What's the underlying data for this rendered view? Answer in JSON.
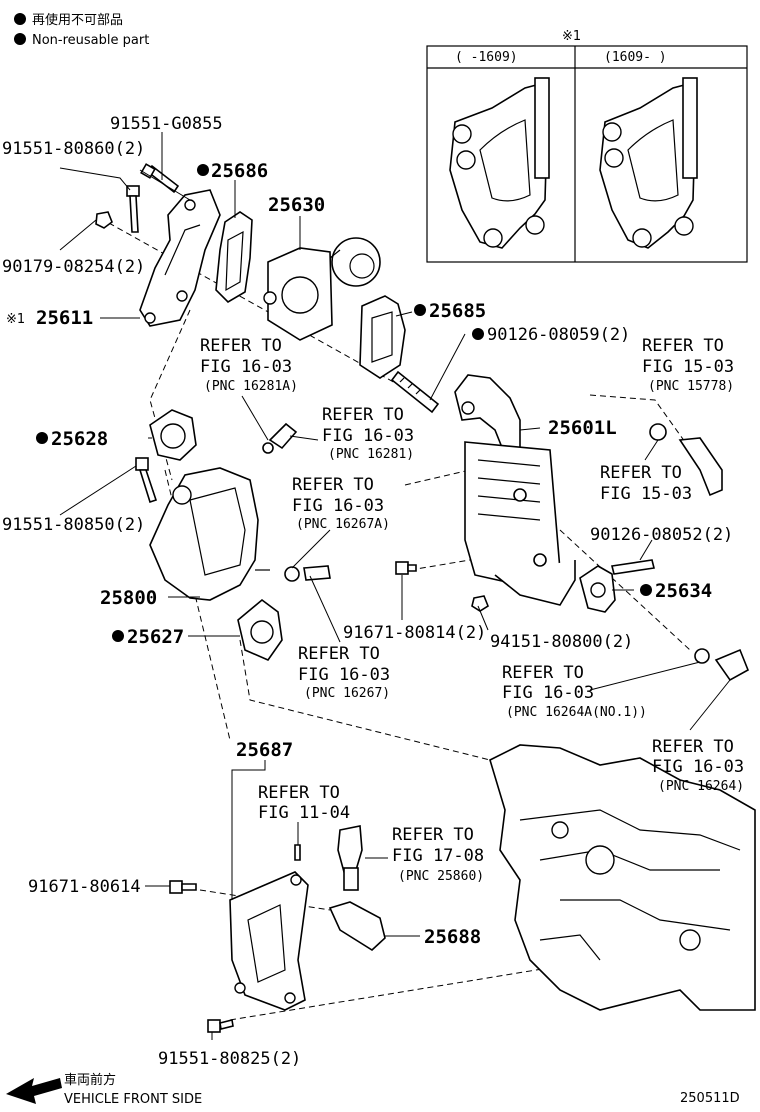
{
  "legend": {
    "nonreusable_jp": "再使用不可部品",
    "nonreusable_en": "Non-reusable part"
  },
  "inset": {
    "mark": "※1",
    "left_header": "(     -1609)",
    "right_header": "(1609-     )"
  },
  "labels": {
    "p91551_G0855": "91551-G0855",
    "p91551_80860": "91551-80860(2)",
    "p25686": "25686",
    "p25630": "25630",
    "p90179_08254": "90179-08254(2)",
    "p25611_mark": "※1",
    "p25611": "25611",
    "p25685": "25685",
    "p90126_08059": "90126-08059(2)",
    "ref_1603_a_1": "REFER TO",
    "ref_1603_a_2": "FIG 16-03",
    "ref_1603_a_3": "(PNC 16281A)",
    "ref_1503_a_1": "REFER TO",
    "ref_1503_a_2": "FIG 15-03",
    "ref_1503_a_3": "(PNC 15778)",
    "p25628": "25628",
    "ref_1603_b_1": "REFER TO",
    "ref_1603_b_2": "FIG 16-03",
    "ref_1603_b_3": "(PNC 16281)",
    "p25601L": "25601L",
    "ref_1503_b_1": "REFER TO",
    "ref_1503_b_2": "FIG 15-03",
    "ref_1603_c_1": "REFER TO",
    "ref_1603_c_2": "FIG 16-03",
    "ref_1603_c_3": "(PNC 16267A)",
    "p91551_80850": "91551-80850(2)",
    "p90126_08052": "90126-08052(2)",
    "p25800": "25800",
    "p25634": "25634",
    "p91671_80814": "91671-80814(2)",
    "p94151_80800": "94151-80800(2)",
    "p25627": "25627",
    "ref_1603_d_1": "REFER TO",
    "ref_1603_d_2": "FIG 16-03",
    "ref_1603_d_3": "(PNC 16267)",
    "ref_1603_e_1": "REFER TO",
    "ref_1603_e_2": "FIG 16-03",
    "ref_1603_e_3": "(PNC 16264A(NO.1))",
    "ref_1603_f_1": "REFER TO",
    "ref_1603_f_2": "FIG 16-03",
    "ref_1603_f_3": "(PNC 16264)",
    "p25687": "25687",
    "ref_1104_1": "REFER TO",
    "ref_1104_2": "FIG 11-04",
    "ref_1708_1": "REFER TO",
    "ref_1708_2": "FIG 17-08",
    "ref_1708_3": "(PNC 25860)",
    "p91671_80614": "91671-80614",
    "p25688": "25688",
    "p91551_80825": "91551-80825(2)"
  },
  "footer": {
    "direction_jp": "車両前方",
    "direction_en": "VEHICLE FRONT SIDE",
    "code": "250511D"
  }
}
